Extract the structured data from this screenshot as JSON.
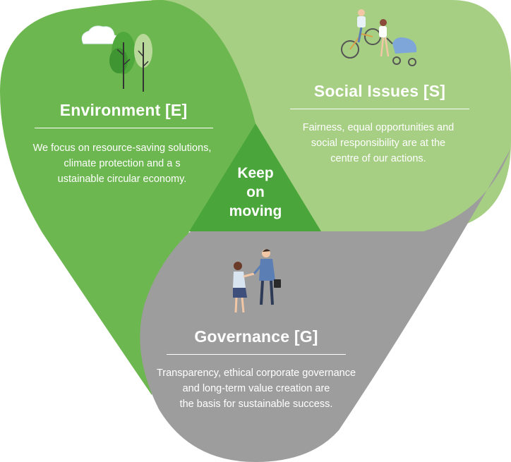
{
  "center": {
    "label": "Keep\non\nmoving"
  },
  "segments": {
    "environment": {
      "title": "Environment [E]",
      "text": "We focus on resource-saving solutions,\nclimate protection and a s\nustainable circular economy.",
      "icon": "trees-icon"
    },
    "social": {
      "title": "Social Issues [S]",
      "text": "Fairness, equal opportunities and\nsocial responsibility are at the\ncentre of our actions.",
      "icon": "family-cycling-icon"
    },
    "governance": {
      "title": "Governance [G]",
      "text": "Transparency, ethical corporate governance\nand long-term value creation are\nthe basis for sustainable success.",
      "icon": "handshake-icon"
    }
  },
  "colors": {
    "environment": "#6cb74f",
    "social": "#a6cf83",
    "governance": "#9d9d9d",
    "center": "#4aa63a"
  }
}
